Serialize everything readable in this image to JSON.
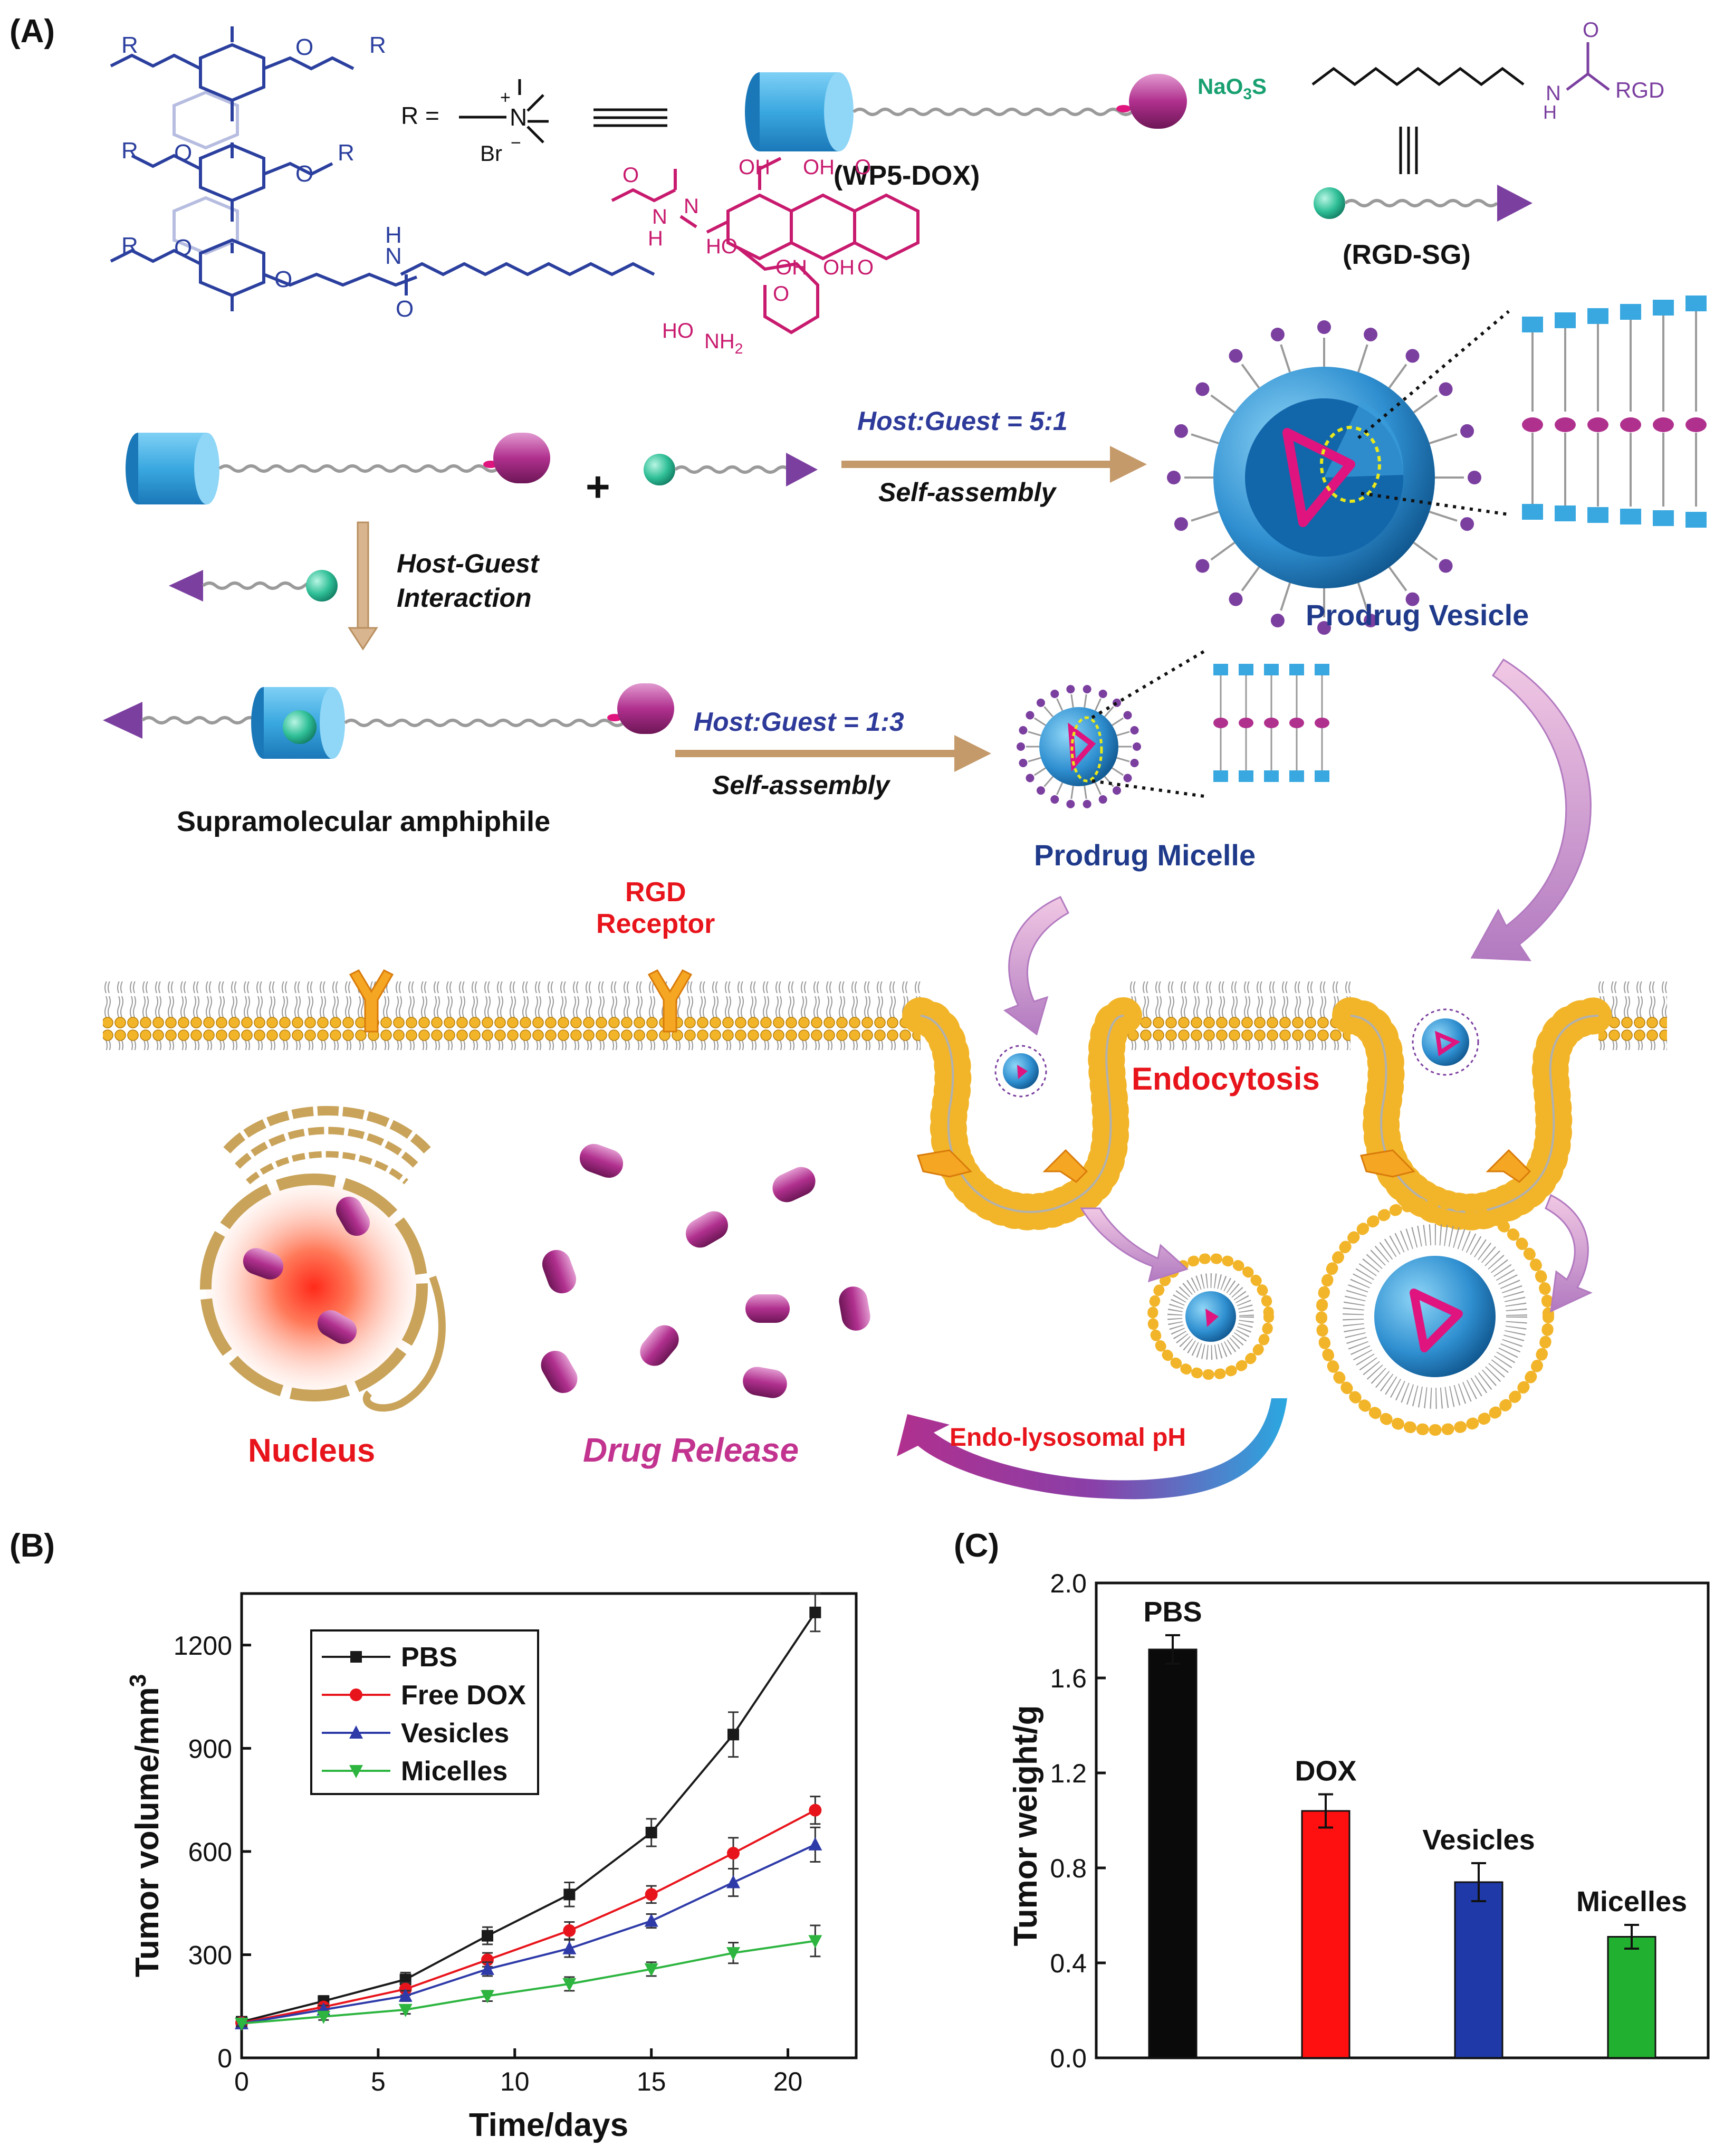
{
  "panels": {
    "a": "(A)",
    "b": "(B)",
    "c": "(C)"
  },
  "structure": {
    "r_def": "R =",
    "ammonium_n": "N",
    "ammonium_plus": "+",
    "bromide": "Br",
    "minus": "−",
    "r_sub": "R",
    "o_atom": "O",
    "h_atom": "H",
    "n_atom": "N",
    "oh_group": "OH",
    "ho_group": "HO",
    "nh2_group": "NH",
    "nh2_sub": "2",
    "naso3": "NaO",
    "naso3_sub": "3",
    "naso3_s": "S",
    "rgd_group": "RGD"
  },
  "labels": {
    "wp5_dox": "(WP5-DOX)",
    "rgd_sg": "(RGD-SG)",
    "plus": "+",
    "ratio1": "Host:Guest = 5:1",
    "self_assembly_1": "Self-assembly",
    "host_guest_1": "Host-Guest",
    "host_guest_2": "Interaction",
    "ratio2": "Host:Guest = 1:3",
    "self_assembly_2": "Self-assembly",
    "supramolecular": "Supramolecular amphiphile",
    "prodrug_vesicle": "Prodrug Vesicle",
    "prodrug_micelle": "Prodrug Micelle",
    "rgd_receptor_1": "RGD",
    "rgd_receptor_2": "Receptor",
    "endocytosis": "Endocytosis",
    "nucleus": "Nucleus",
    "drug_release": "Drug Release",
    "endo_ph": "Endo-lysosomal pH"
  },
  "colors": {
    "host_blue": "#3aa8e0",
    "dox_magenta": "#b0308e",
    "guest_teal": "#2fbf97",
    "guest_purple": "#7b3fa0",
    "label_navy": "#1f3a8a",
    "label_red": "#e8141c",
    "drug_release_magenta": "#c2338f",
    "membrane_head": "#f2b52a"
  },
  "chart_data": [
    {
      "type": "line",
      "xlabel": "Time/days",
      "ylabel": "Tumor volume/mm",
      "ylabel_sup": "3",
      "xlim": [
        0,
        22.5
      ],
      "ylim": [
        0,
        1350
      ],
      "xticks": [
        "0",
        "5",
        "10",
        "15",
        "20"
      ],
      "yticks": [
        "0",
        "300",
        "600",
        "900",
        "1200"
      ],
      "legend_position": "upper-left",
      "x": [
        0,
        3,
        6,
        9,
        12,
        15,
        18,
        21
      ],
      "series": [
        {
          "name": "PBS",
          "color": "#1a1a1a",
          "marker": "square",
          "values": [
            105,
            165,
            228,
            355,
            475,
            655,
            940,
            1295
          ],
          "errors": [
            12,
            15,
            20,
            25,
            35,
            40,
            65,
            55
          ]
        },
        {
          "name": "Free DOX",
          "color": "#e8141c",
          "marker": "circle",
          "values": [
            102,
            148,
            200,
            285,
            370,
            475,
            595,
            720
          ],
          "errors": [
            10,
            12,
            18,
            20,
            25,
            25,
            45,
            40
          ]
        },
        {
          "name": "Vesicles",
          "color": "#2e3aa8",
          "marker": "triangle-up",
          "values": [
            100,
            140,
            180,
            258,
            318,
            398,
            510,
            620
          ],
          "errors": [
            10,
            12,
            15,
            20,
            25,
            20,
            40,
            50
          ]
        },
        {
          "name": "Micelles",
          "color": "#2db540",
          "marker": "triangle-down",
          "values": [
            100,
            120,
            140,
            180,
            215,
            258,
            305,
            340
          ],
          "errors": [
            8,
            10,
            12,
            15,
            20,
            20,
            30,
            45
          ]
        }
      ]
    },
    {
      "type": "bar",
      "ylabel": "Tumor weight/g",
      "ylim": [
        0,
        2.0
      ],
      "yticks": [
        "0.0",
        "0.4",
        "0.8",
        "1.2",
        "1.6",
        "2.0"
      ],
      "categories": [
        "PBS",
        "DOX",
        "Vesicles",
        "Micelles"
      ],
      "values": [
        1.72,
        1.04,
        0.74,
        0.51
      ],
      "errors": [
        0.06,
        0.07,
        0.08,
        0.05
      ],
      "colors": [
        "#0a0a0a",
        "#ff1010",
        "#1f3aa8",
        "#22b030"
      ]
    }
  ]
}
